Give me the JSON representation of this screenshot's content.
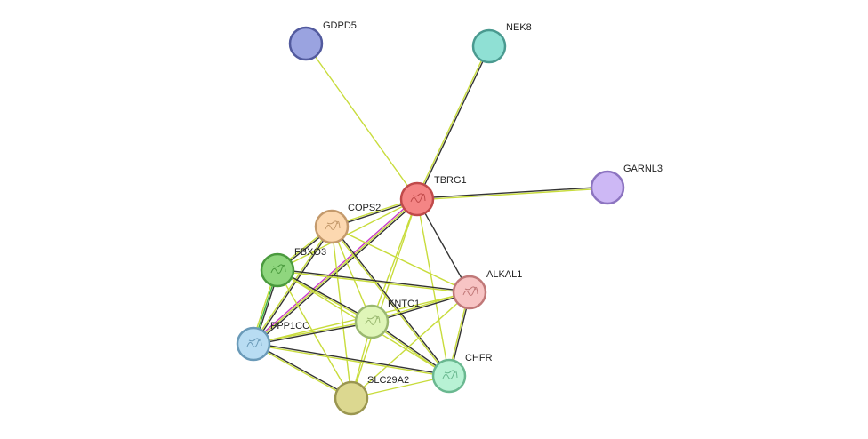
{
  "nodes": [
    {
      "id": "GDPD5",
      "label": "GDPD5",
      "fill": "#9aa3e0",
      "stroke": "#525a9e",
      "structure": false
    },
    {
      "id": "NEK8",
      "label": "NEK8",
      "fill": "#8fe0d4",
      "stroke": "#4a9a90",
      "structure": false
    },
    {
      "id": "TBRG1",
      "label": "TBRG1",
      "fill": "#f48585",
      "stroke": "#c04a4a",
      "structure": true
    },
    {
      "id": "GARNL3",
      "label": "GARNL3",
      "fill": "#cdb8f5",
      "stroke": "#8c74c0",
      "structure": false
    },
    {
      "id": "COPS2",
      "label": "COPS2",
      "fill": "#fcd8b0",
      "stroke": "#c49a6c",
      "structure": true
    },
    {
      "id": "FBXO3",
      "label": "FBXO3",
      "fill": "#8fd67e",
      "stroke": "#4a9a3e",
      "structure": true
    },
    {
      "id": "ALKAL1",
      "label": "ALKAL1",
      "fill": "#f7c4c4",
      "stroke": "#c07878",
      "structure": true
    },
    {
      "id": "KNTC1",
      "label": "KNTC1",
      "fill": "#dff5b8",
      "stroke": "#9ab870",
      "structure": true
    },
    {
      "id": "PPP1CC",
      "label": "PPP1CC",
      "fill": "#b8dcf2",
      "stroke": "#6a9ab8",
      "structure": true
    },
    {
      "id": "CHFR",
      "label": "CHFR",
      "fill": "#b8f2d4",
      "stroke": "#6ab890",
      "structure": true
    },
    {
      "id": "SLC29A2",
      "label": "SLC29A2",
      "fill": "#dcd890",
      "stroke": "#9a9650",
      "structure": false
    }
  ],
  "edges": [
    {
      "a": "GDPD5",
      "b": "TBRG1",
      "colors": [
        "#c8dc3c"
      ]
    },
    {
      "a": "NEK8",
      "b": "TBRG1",
      "colors": [
        "#333333",
        "#c8dc3c"
      ]
    },
    {
      "a": "TBRG1",
      "b": "GARNL3",
      "colors": [
        "#333333",
        "#c8dc3c"
      ]
    },
    {
      "a": "TBRG1",
      "b": "COPS2",
      "colors": [
        "#333333",
        "#c8dc3c"
      ]
    },
    {
      "a": "TBRG1",
      "b": "PPP1CC",
      "colors": [
        "#333333",
        "#c8dc3c",
        "#c83cc8"
      ]
    },
    {
      "a": "TBRG1",
      "b": "ALKAL1",
      "colors": [
        "#333333"
      ]
    },
    {
      "a": "TBRG1",
      "b": "KNTC1",
      "colors": [
        "#c8dc3c"
      ]
    },
    {
      "a": "TBRG1",
      "b": "CHFR",
      "colors": [
        "#c8dc3c"
      ]
    },
    {
      "a": "TBRG1",
      "b": "SLC29A2",
      "colors": [
        "#c8dc3c"
      ]
    },
    {
      "a": "TBRG1",
      "b": "FBXO3",
      "colors": [
        "#c8dc3c"
      ]
    },
    {
      "a": "COPS2",
      "b": "FBXO3",
      "colors": [
        "#333333",
        "#c8dc3c"
      ]
    },
    {
      "a": "COPS2",
      "b": "PPP1CC",
      "colors": [
        "#333333",
        "#c8dc3c"
      ]
    },
    {
      "a": "COPS2",
      "b": "ALKAL1",
      "colors": [
        "#c8dc3c"
      ]
    },
    {
      "a": "COPS2",
      "b": "KNTC1",
      "colors": [
        "#c8dc3c"
      ]
    },
    {
      "a": "COPS2",
      "b": "CHFR",
      "colors": [
        "#333333",
        "#c8dc3c"
      ]
    },
    {
      "a": "COPS2",
      "b": "SLC29A2",
      "colors": [
        "#c8dc3c"
      ]
    },
    {
      "a": "FBXO3",
      "b": "PPP1CC",
      "colors": [
        "#333333",
        "#3cb43c",
        "#c8dc3c"
      ]
    },
    {
      "a": "FBXO3",
      "b": "ALKAL1",
      "colors": [
        "#333333",
        "#c8dc3c"
      ]
    },
    {
      "a": "FBXO3",
      "b": "KNTC1",
      "colors": [
        "#333333",
        "#c8dc3c"
      ]
    },
    {
      "a": "FBXO3",
      "b": "CHFR",
      "colors": [
        "#c8dc3c"
      ]
    },
    {
      "a": "FBXO3",
      "b": "SLC29A2",
      "colors": [
        "#c8dc3c"
      ]
    },
    {
      "a": "ALKAL1",
      "b": "KNTC1",
      "colors": [
        "#333333",
        "#c8dc3c"
      ]
    },
    {
      "a": "ALKAL1",
      "b": "CHFR",
      "colors": [
        "#333333",
        "#c8dc3c"
      ]
    },
    {
      "a": "ALKAL1",
      "b": "PPP1CC",
      "colors": [
        "#c8dc3c"
      ]
    },
    {
      "a": "ALKAL1",
      "b": "SLC29A2",
      "colors": [
        "#c8dc3c"
      ]
    },
    {
      "a": "KNTC1",
      "b": "PPP1CC",
      "colors": [
        "#333333",
        "#c8dc3c"
      ]
    },
    {
      "a": "KNTC1",
      "b": "CHFR",
      "colors": [
        "#333333",
        "#c8dc3c"
      ]
    },
    {
      "a": "KNTC1",
      "b": "SLC29A2",
      "colors": [
        "#c8dc3c"
      ]
    },
    {
      "a": "PPP1CC",
      "b": "CHFR",
      "colors": [
        "#333333",
        "#c8dc3c"
      ]
    },
    {
      "a": "PPP1CC",
      "b": "SLC29A2",
      "colors": [
        "#333333",
        "#c8dc3c"
      ]
    },
    {
      "a": "SLC29A2",
      "b": "CHFR",
      "colors": [
        "#c8dc3c"
      ]
    }
  ]
}
